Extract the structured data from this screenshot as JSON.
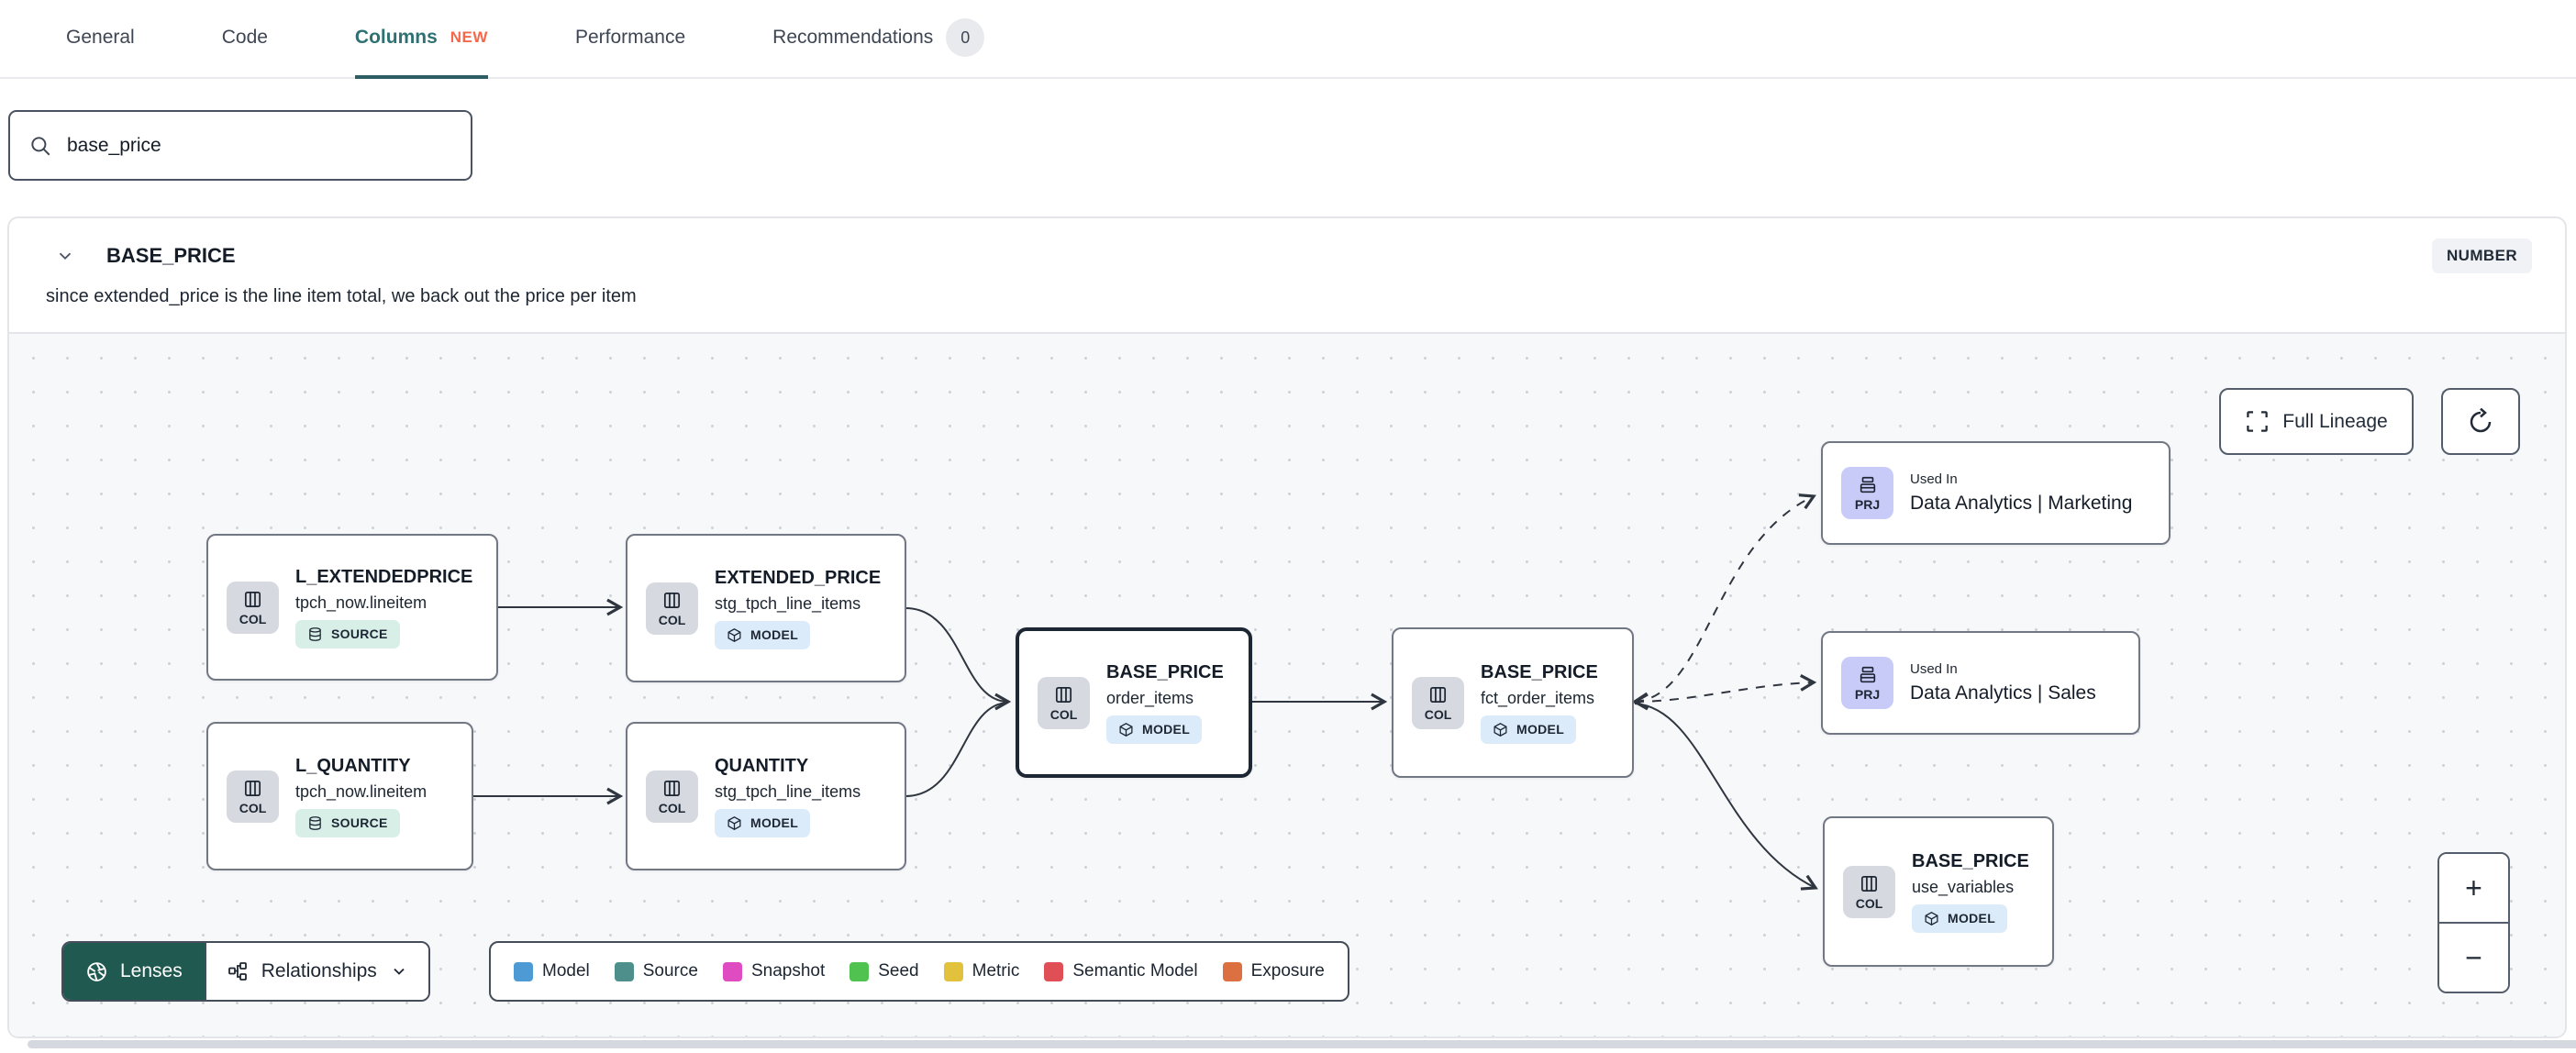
{
  "tabs": {
    "items": [
      {
        "label": "General"
      },
      {
        "label": "Code"
      },
      {
        "label": "Columns",
        "badge": "NEW",
        "selected": true
      },
      {
        "label": "Performance"
      },
      {
        "label": "Recommendations",
        "count": "0"
      }
    ]
  },
  "search": {
    "value": "base_price"
  },
  "column_panel": {
    "name": "BASE_PRICE",
    "type_badge": "NUMBER",
    "description": "since extended_price is the line item total, we back out the price per item"
  },
  "lineage": {
    "toolbar": {
      "full_lineage_label": "Full Lineage"
    },
    "nodes": [
      {
        "kind": "COL",
        "title": "L_EXTENDEDPRICE",
        "subtitle": "tpch_now.lineitem",
        "badge": "SOURCE"
      },
      {
        "kind": "COL",
        "title": "EXTENDED_PRICE",
        "subtitle": "stg_tpch_line_items",
        "badge": "MODEL"
      },
      {
        "kind": "COL",
        "title": "L_QUANTITY",
        "subtitle": "tpch_now.lineitem",
        "badge": "SOURCE"
      },
      {
        "kind": "COL",
        "title": "QUANTITY",
        "subtitle": "stg_tpch_line_items",
        "badge": "MODEL"
      },
      {
        "kind": "COL",
        "title": "BASE_PRICE",
        "subtitle": "order_items",
        "badge": "MODEL",
        "selected": true
      },
      {
        "kind": "COL",
        "title": "BASE_PRICE",
        "subtitle": "fct_order_items",
        "badge": "MODEL"
      },
      {
        "kind": "PRJ",
        "eyebrow": "Used In",
        "title": "Data Analytics | Marketing"
      },
      {
        "kind": "PRJ",
        "eyebrow": "Used In",
        "title": "Data Analytics | Sales"
      },
      {
        "kind": "COL",
        "title": "BASE_PRICE",
        "subtitle": "use_variables",
        "badge": "MODEL"
      }
    ],
    "controls": {
      "lenses_label": "Lenses",
      "relationships_label": "Relationships",
      "zoom_in": "+",
      "zoom_out": "−"
    },
    "legend": {
      "items": [
        {
          "label": "Model",
          "color": "#4e9ad4"
        },
        {
          "label": "Source",
          "color": "#4e8f8c"
        },
        {
          "label": "Snapshot",
          "color": "#df4bc0"
        },
        {
          "label": "Seed",
          "color": "#4fc24f"
        },
        {
          "label": "Metric",
          "color": "#e2c23d"
        },
        {
          "label": "Semantic Model",
          "color": "#e04f56"
        },
        {
          "label": "Exposure",
          "color": "#dd7040"
        }
      ]
    }
  }
}
